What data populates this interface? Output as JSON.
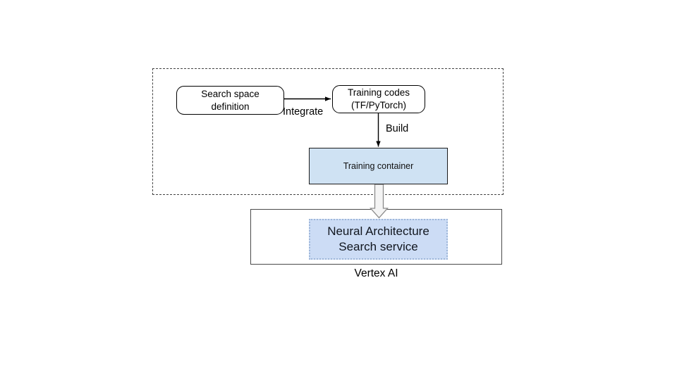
{
  "diagram": {
    "title_label": "Vertex AI",
    "group": {
      "name": "user-workflow-group",
      "style": "dashed"
    },
    "nodes": [
      {
        "id": "search-space-definition",
        "lines": [
          "Search space",
          "definition"
        ],
        "shape": "rounded-rect",
        "fill": "#ffffff",
        "stroke": "#000000"
      },
      {
        "id": "training-codes",
        "lines": [
          "Training codes",
          "(TF/PyTorch)"
        ],
        "shape": "rounded-rect",
        "fill": "#ffffff",
        "stroke": "#000000"
      },
      {
        "id": "training-container",
        "lines": [
          "Training container"
        ],
        "shape": "rect",
        "fill": "#cfe2f3",
        "stroke": "#1b1b1b"
      },
      {
        "id": "neural-architecture-search-service",
        "lines": [
          "Neural Architecture",
          "Search service"
        ],
        "shape": "dotted-rect",
        "fill": "#ccdcf5",
        "stroke": "#9fb7d9"
      },
      {
        "id": "vertex-ai-container",
        "lines": [],
        "shape": "rect",
        "fill": "#ffffff",
        "stroke": "#4a4a4a"
      }
    ],
    "edges": [
      {
        "id": "integrate-edge",
        "label": "Integrate",
        "from": "search-space-definition",
        "to": "training-codes",
        "style": "solid-arrow"
      },
      {
        "id": "build-edge",
        "label": "Build",
        "from": "training-codes",
        "to": "training-container",
        "style": "solid-arrow"
      },
      {
        "id": "deploy-edge",
        "label": "",
        "from": "training-container",
        "to": "neural-architecture-search-service",
        "style": "block-arrow"
      }
    ],
    "labels": {
      "integrate": "Integrate",
      "build": "Build",
      "vertex_ai": "Vertex AI"
    },
    "node_text": {
      "search_space_line1": "Search space",
      "search_space_line2": "definition",
      "training_codes_line1": "Training codes",
      "training_codes_line2": "(TF/PyTorch)",
      "training_container": "Training container",
      "nas_line1": "Neural Architecture",
      "nas_line2": "Search service"
    },
    "colors": {
      "container_fill": "#cfe2f3",
      "nas_fill": "#ccdcf5",
      "nas_border": "#9fb7d9",
      "group_border": "#444444",
      "vertex_border": "#4a4a4a",
      "edge_stroke": "#000000",
      "block_arrow_stroke": "#8a8a8a",
      "block_arrow_fill": "#f2f2f2"
    }
  }
}
